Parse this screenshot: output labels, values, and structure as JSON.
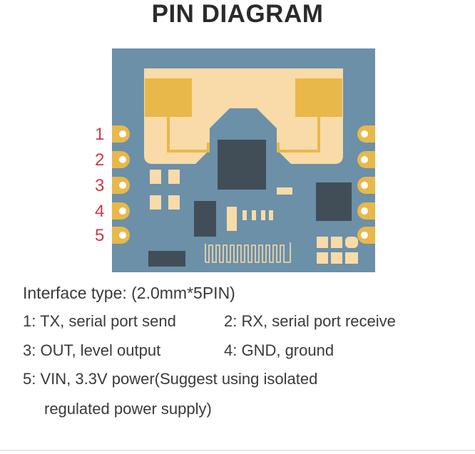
{
  "title": "PIN DIAGRAM",
  "pin_numbers": [
    "1",
    "2",
    "3",
    "4",
    "5"
  ],
  "description": {
    "interface": "Interface type: (2.0mm*5PIN)",
    "pin1": "1: TX, serial port send",
    "pin2": "2: RX, serial port receive",
    "pin3": "3: OUT, level output",
    "pin4": "4: GND, ground",
    "pin5_line1": "5: VIN, 3.3V power(Suggest using isolated",
    "pin5_line2": "regulated power supply)"
  },
  "colors": {
    "board": "#6b90a8",
    "antenna_area": "#f8dba8",
    "gold": "#e8b84a",
    "chip": "#414e58",
    "pin_label": "#d03848",
    "text": "#3a3a3a"
  }
}
